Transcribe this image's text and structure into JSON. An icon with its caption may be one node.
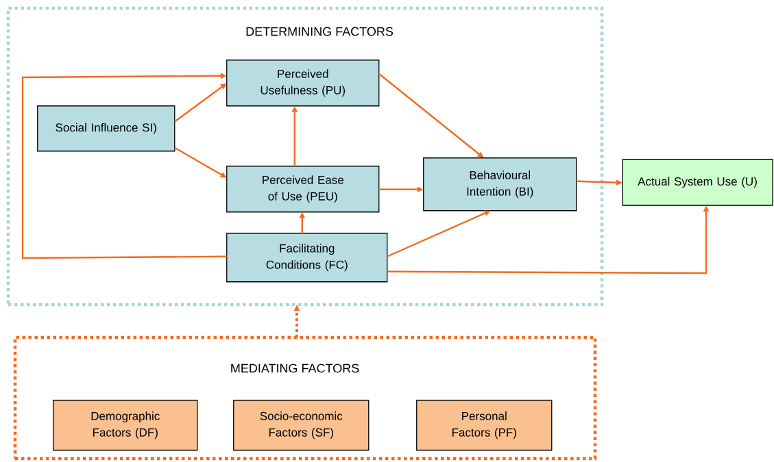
{
  "diagram": {
    "nodes": [
      {
        "text": [
          "DETERMINING FACTORS"
        ]
      },
      {
        "text": [
          "Perceived Usefulness (PU)"
        ],
        "in": 0
      },
      {
        "text": [
          "Social Influence SI)"
        ],
        "in": 0
      },
      {
        "text": [
          "Perceived Ease of Use (PEU)"
        ],
        "in": 0
      },
      {
        "text": [
          "Behavioural Intention (BI)"
        ],
        "in": 0
      },
      {
        "text": [
          "Facilitating Conditions (FC)"
        ],
        "in": 0
      },
      {
        "text": [
          "Actual System Use (U)"
        ]
      },
      {
        "text": [
          "MEDIATING FACTORS"
        ]
      },
      {
        "text": [
          "Demographic Factors (DF)"
        ],
        "in": 7
      },
      {
        "text": [
          "Socio-economic Factors (SF)"
        ],
        "in": 7
      },
      {
        "text": [
          "Personal Factors (PF)"
        ],
        "in": 7
      }
    ],
    "edges": [
      {
        "from": 2,
        "to": 1,
        "arrow": "to"
      },
      {
        "from": 2,
        "to": 3,
        "arrow": "to"
      },
      {
        "from": 3,
        "to": 1,
        "arrow": "to"
      },
      {
        "from": 1,
        "to": 4,
        "arrow": "to"
      },
      {
        "from": 3,
        "to": 4,
        "arrow": "to"
      },
      {
        "from": 5,
        "to": 3,
        "arrow": "to"
      },
      {
        "from": 5,
        "to": 4,
        "arrow": "to"
      },
      {
        "from": 5,
        "to": 1,
        "arrow": "to"
      },
      {
        "from": 4,
        "to": 6,
        "arrow": "to"
      },
      {
        "from": 5,
        "to": 6,
        "arrow": "to"
      },
      {
        "from": 7,
        "to": 0,
        "arrow": "to",
        "style": "dashed"
      }
    ]
  }
}
